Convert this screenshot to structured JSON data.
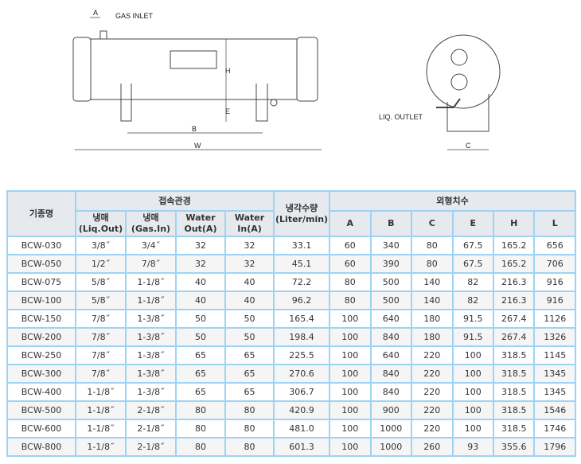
{
  "drawing": {
    "a": "A",
    "gas_inlet": "GAS INLET",
    "h": "H",
    "e": "E",
    "b": "B",
    "w": "W",
    "liq_outlet": "LIQ. OUTLET",
    "c": "C"
  },
  "table": {
    "model": "기종명",
    "connection": "접속관경",
    "cooling_water": "냉각수량",
    "cooling_unit": "(Liter/min)",
    "dimensions": "외형치수",
    "sub": [
      {
        "l1": "냉매",
        "l2": "(Liq.Out)"
      },
      {
        "l1": "냉매",
        "l2": "(Gas.In)"
      },
      {
        "l1": "Water",
        "l2": "Out(A)"
      },
      {
        "l1": "Water",
        "l2": "In(A)"
      }
    ],
    "dims": [
      "A",
      "B",
      "C",
      "E",
      "H",
      "L"
    ],
    "rows": [
      [
        "BCW-030",
        "3/8˝",
        "3/4˝",
        "32",
        "32",
        "33.1",
        "60",
        "340",
        "80",
        "67.5",
        "165.2",
        "656"
      ],
      [
        "BCW-050",
        "1/2˝",
        "7/8˝",
        "32",
        "32",
        "45.1",
        "60",
        "390",
        "80",
        "67.5",
        "165.2",
        "706"
      ],
      [
        "BCW-075",
        "5/8˝",
        "1-1/8˝",
        "40",
        "40",
        "72.2",
        "80",
        "500",
        "140",
        "82",
        "216.3",
        "916"
      ],
      [
        "BCW-100",
        "5/8˝",
        "1-1/8˝",
        "40",
        "40",
        "96.2",
        "80",
        "500",
        "140",
        "82",
        "216.3",
        "916"
      ],
      [
        "BCW-150",
        "7/8˝",
        "1-3/8˝",
        "50",
        "50",
        "165.4",
        "100",
        "640",
        "180",
        "91.5",
        "267.4",
        "1126"
      ],
      [
        "BCW-200",
        "7/8˝",
        "1-3/8˝",
        "50",
        "50",
        "198.4",
        "100",
        "840",
        "180",
        "91.5",
        "267.4",
        "1326"
      ],
      [
        "BCW-250",
        "7/8˝",
        "1-3/8˝",
        "65",
        "65",
        "225.5",
        "100",
        "640",
        "220",
        "100",
        "318.5",
        "1145"
      ],
      [
        "BCW-300",
        "7/8˝",
        "1-3/8˝",
        "65",
        "65",
        "270.6",
        "100",
        "840",
        "220",
        "100",
        "318.5",
        "1345"
      ],
      [
        "BCW-400",
        "1-1/8˝",
        "1-3/8˝",
        "65",
        "65",
        "306.7",
        "100",
        "840",
        "220",
        "100",
        "318.5",
        "1345"
      ],
      [
        "BCW-500",
        "1-1/8˝",
        "2-1/8˝",
        "80",
        "80",
        "420.9",
        "100",
        "900",
        "220",
        "100",
        "318.5",
        "1546"
      ],
      [
        "BCW-600",
        "1-1/8˝",
        "2-1/8˝",
        "80",
        "80",
        "481.0",
        "100",
        "1000",
        "220",
        "100",
        "318.5",
        "1746"
      ],
      [
        "BCW-800",
        "1-1/8˝",
        "2-1/8˝",
        "80",
        "80",
        "601.3",
        "100",
        "1000",
        "260",
        "93",
        "355.6",
        "1796"
      ]
    ]
  }
}
